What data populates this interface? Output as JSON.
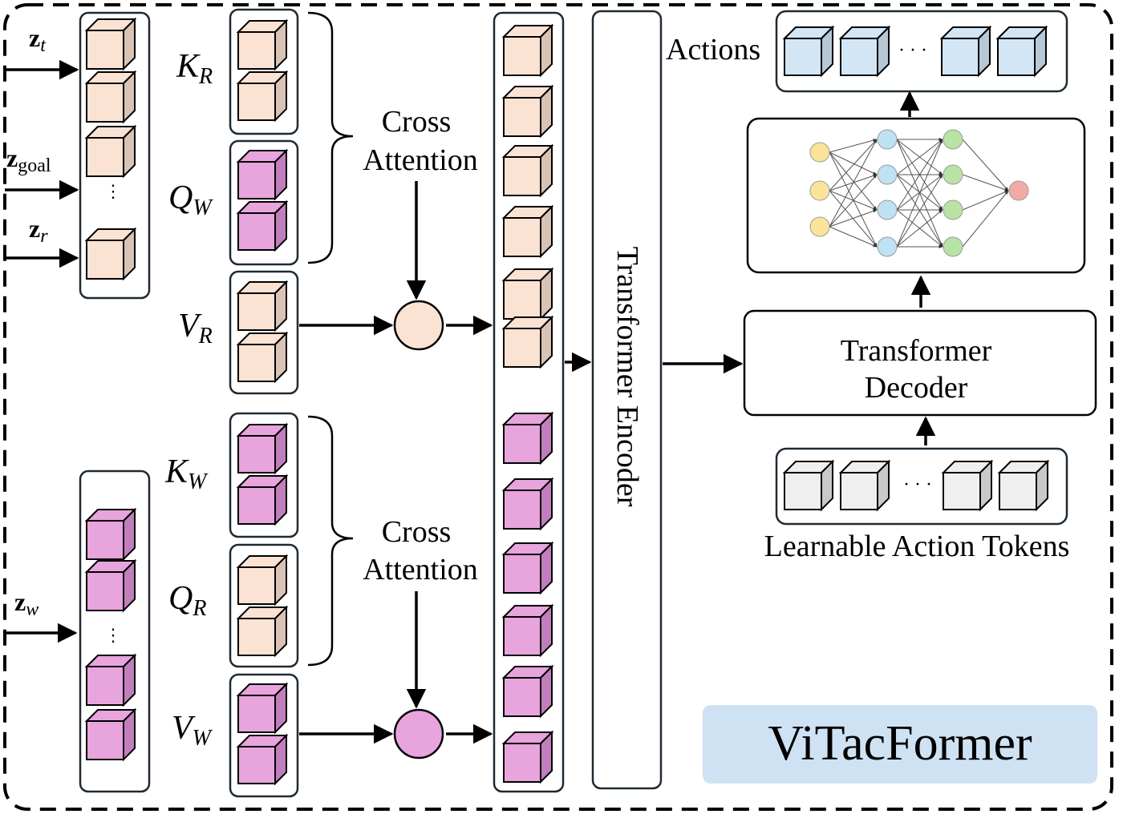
{
  "inputs": {
    "z_t": {
      "base": "z",
      "sub": "t"
    },
    "z_goal": {
      "base": "z",
      "sub": "goal"
    },
    "z_r": {
      "base": "z",
      "sub": "r"
    },
    "z_w": {
      "base": "z",
      "sub": "w"
    }
  },
  "labels": {
    "k_r": {
      "base": "K",
      "sub": "R"
    },
    "q_w": {
      "base": "Q",
      "sub": "W"
    },
    "v_r": {
      "base": "V",
      "sub": "R"
    },
    "k_w": {
      "base": "K",
      "sub": "W"
    },
    "q_r": {
      "base": "Q",
      "sub": "R"
    },
    "v_w": {
      "base": "V",
      "sub": "W"
    }
  },
  "cross_attention_top": {
    "line1": "Cross",
    "line2": "Attention"
  },
  "cross_attention_bottom": {
    "line1": "Cross",
    "line2": "Attention"
  },
  "transformer_encoder": "Transformer Encoder",
  "transformer_decoder": {
    "line1": "Transformer",
    "line2": "Decoder"
  },
  "actions_label": "Actions",
  "learnable_tokens_label": "Learnable Action Tokens",
  "ellipsis": "· · ·",
  "title": "ViTacFormer",
  "colors": {
    "peach": "#fbe3d4",
    "peach_side": "#d8c3b5",
    "magenta": "#e7a4dd",
    "magenta_side": "#c07fbc",
    "blue": "#d3e6f5",
    "blue_side": "#b6c8d6",
    "gray": "#efefef",
    "gray_side": "#c9c9c9",
    "title_bg": "#cfe2f3",
    "node_yellow": "#fbe49a",
    "node_blue": "#bfe1f4",
    "node_green": "#b9e3a4",
    "node_red": "#f4a9a9"
  }
}
